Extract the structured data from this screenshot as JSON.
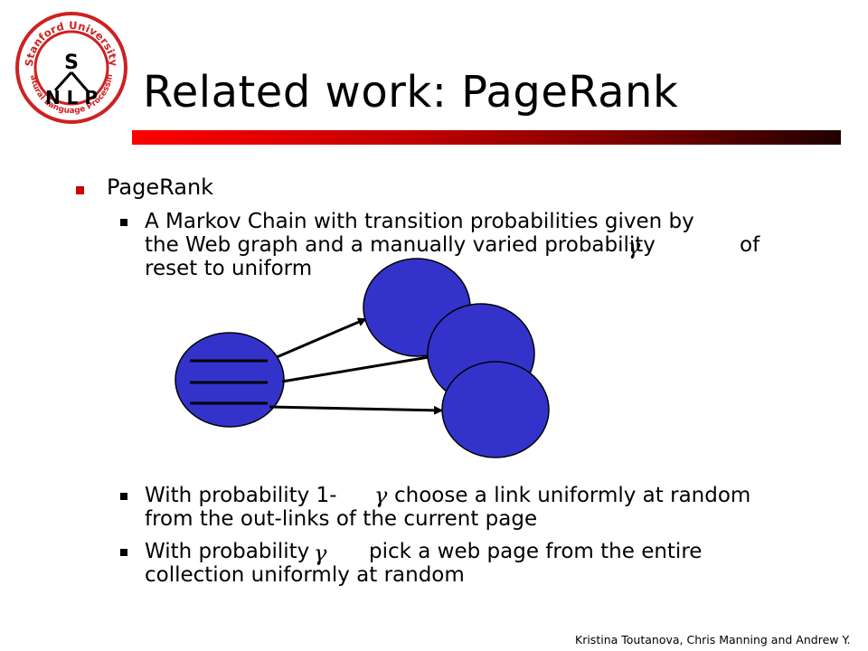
{
  "logo": {
    "arc_top": "Stanford University",
    "arc_bottom": "Natural Language Processing",
    "letter_s": "S",
    "letters_nlp": "N L P"
  },
  "title": "Related work: PageRank",
  "bullets": {
    "pagerank": "PageRank",
    "markov_line1": "A Markov Chain with transition probabilities given by",
    "markov_line2a": "the Web graph and a manually varied probability",
    "markov_line2b": "of",
    "markov_line3": "reset to uniform",
    "with_prob_1a": "With probability 1-",
    "with_prob_1b": "choose a link uniformly at random",
    "with_prob_1_line2": "from the out-links of the current page",
    "with_prob_2a": "With probability",
    "with_prob_2b": "pick a web page from the entire",
    "with_prob_2_line2": "collection uniformly at random"
  },
  "symbols": {
    "gamma": "γ"
  },
  "footer": "Kristina Toutanova, Chris Manning and Andrew Y.",
  "colors": {
    "node_fill": "#3333cc",
    "bullet_level1": "#cc0000",
    "bar_start": "#ff0000",
    "bar_end": "#200000"
  }
}
